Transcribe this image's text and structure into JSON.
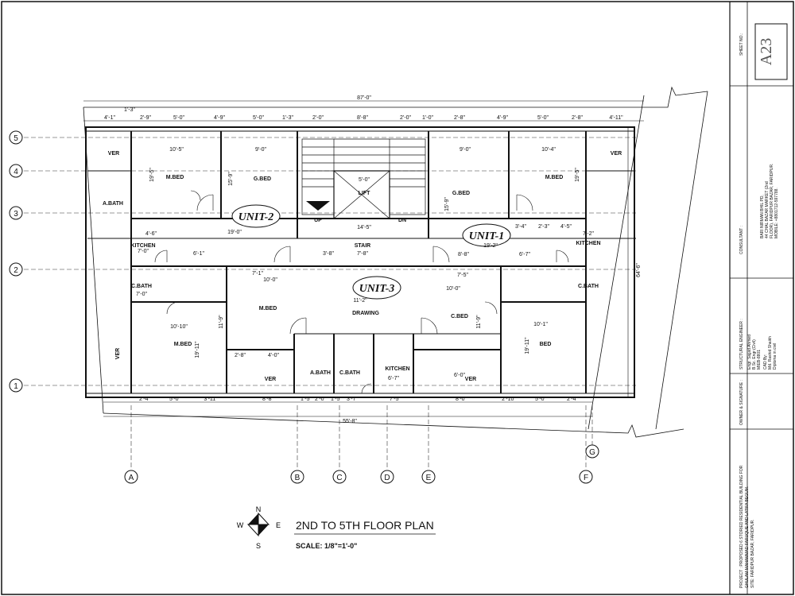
{
  "title": "2ND TO 5TH FLOOR PLAN",
  "scale": "SCALE: 1/8\"=1'-0\"",
  "compass": {
    "n": "N",
    "s": "S",
    "e": "E",
    "w": "W"
  },
  "overall_dims": {
    "top": "87'-0\"",
    "bottom": "55'-8\"",
    "right": "64'-6\"",
    "top_small": "1'-3\""
  },
  "grid_rows": [
    "5",
    "4",
    "3",
    "2",
    "1"
  ],
  "grid_cols": [
    "A",
    "B",
    "C",
    "D",
    "E",
    "F",
    "G"
  ],
  "units": {
    "u1": "UNIT-1",
    "u2": "UNIT-2",
    "u3": "UNIT-3"
  },
  "rooms": {
    "ver_tl": "VER",
    "ver_tr": "VER",
    "ver_b": "VER",
    "ver_b2": "VER",
    "ver_l": "VER",
    "mbed_tl": "M.BED",
    "gbed_t": "G.BED",
    "gbed_tr": "G.BED",
    "mbed_tr": "M.BED",
    "lift": "LIFT",
    "stair": "STAIR",
    "up": "UP",
    "dn": "DN",
    "kitchen_l": "KITCHEN",
    "kitchen_r": "KITCHEN",
    "kitchen_b": "KITCHEN",
    "cbath_l": "C.BATH",
    "cbath_r": "C.BATH",
    "cbath_b": "C.BATH",
    "abath": "A.BATH",
    "bath_l": "A.BATH",
    "mbed_c": "M.BED",
    "drawing": "DRAWING",
    "cbed": "C.BED",
    "mbed_bl": "M.BED",
    "bed_br": "BED"
  },
  "dims": {
    "t1": "4'-1\"",
    "t2": "2'-9\"",
    "t3": "5'-0\"",
    "t4": "4'-9\"",
    "t5": "5'-0\"",
    "t6": "1'-3\"",
    "t7": "2'-0\"",
    "t8": "8'-8\"",
    "t9": "2'-0\"",
    "t10": "1'-0\"",
    "t11": "2'-8\"",
    "t12": "4'-9\"",
    "t13": "5'-0\"",
    "t14": "2'-8\"",
    "t15": "4'-11\"",
    "r1": "10'-5\"",
    "r2": "9'-0\"",
    "r3": "9'-0\"",
    "r4": "10'-4\"",
    "r5": "5'-0\"",
    "r6": "14'-5\"",
    "r7": "19'-0\"",
    "r8": "19'-2\"",
    "r9": "7'-0\"",
    "r10": "7'-8\"",
    "r11": "3'-8\"",
    "r12": "8'-8\"",
    "r13": "6'-7\"",
    "r14": "10'-0\"",
    "r15": "7'-1\"",
    "r16": "11'-2\"",
    "r17": "7'-5\"",
    "r18": "10'-0\"",
    "r19": "10'-10\"",
    "r20": "10'-1\"",
    "r21": "7'-0\"",
    "r22": "7'-2\"",
    "r23": "4'-6\"",
    "r24": "3'-4\"",
    "r25": "2'-3\"",
    "r26": "4'-5\"",
    "b1": "2'-4\"",
    "b2": "5'-0\"",
    "b3": "3'-11\"",
    "b4": "8'-8\"",
    "b5": "1'-5\"",
    "b6": "2'-0\"",
    "b7": "1'-5\"",
    "b8": "3'-7\"",
    "b9": "7'-5\"",
    "b10": "8'-0\"",
    "b11": "2'-10\"",
    "b12": "5'-0\"",
    "b13": "2'-4\"",
    "v1": "19'-11\"",
    "v2": "11'-9\"",
    "v3": "11'-9\"",
    "v4": "19'-11\"",
    "v5": "19'-5\"",
    "v6": "15'-9\"",
    "v7": "15'-9\"",
    "v8": "19'-5\"",
    "k1": "6'-1\"",
    "k2": "6'-7\"",
    "k3": "6'-0\"",
    "k4": "2'-8\"",
    "k5": "4'-0\""
  },
  "title_block": {
    "sheet_no_label": "SHEET NO.:",
    "sheet_no": "A23",
    "consultant_label": "CONSULTANT :",
    "consultant_lines": [
      "BARI NIRMAN BHIL PD,",
      "44 CHAL BAZAR MARKET (2nd",
      "FLOOR), FARIDPUR BAZAR, FARIDPUR.",
      "MOBILE: +8801712-597788."
    ],
    "engineer_label": "STRUCTURAL ENGINEER :",
    "engineer_lines": [
      "Engr. Sajjad Ahmed",
      "B.Sc. Engr.(Civil)",
      "MIEB-8801"
    ],
    "cad_label": "CAD By:",
    "cad_lines": [
      "Md. Rashid Shaikh",
      "Diploma in civil"
    ],
    "owner_label": "OWNER & SIGNATURE :",
    "project_lines": [
      "PROJECT : PROPOSED 6 STORIED RESIDENTIAL BUILDING FOR",
      "GHULAM MAHAMMAD FARUQUE AND LATIFA BEGUM.",
      "SITE: FARIDPUR BAZAR, FARIDPUR."
    ]
  }
}
